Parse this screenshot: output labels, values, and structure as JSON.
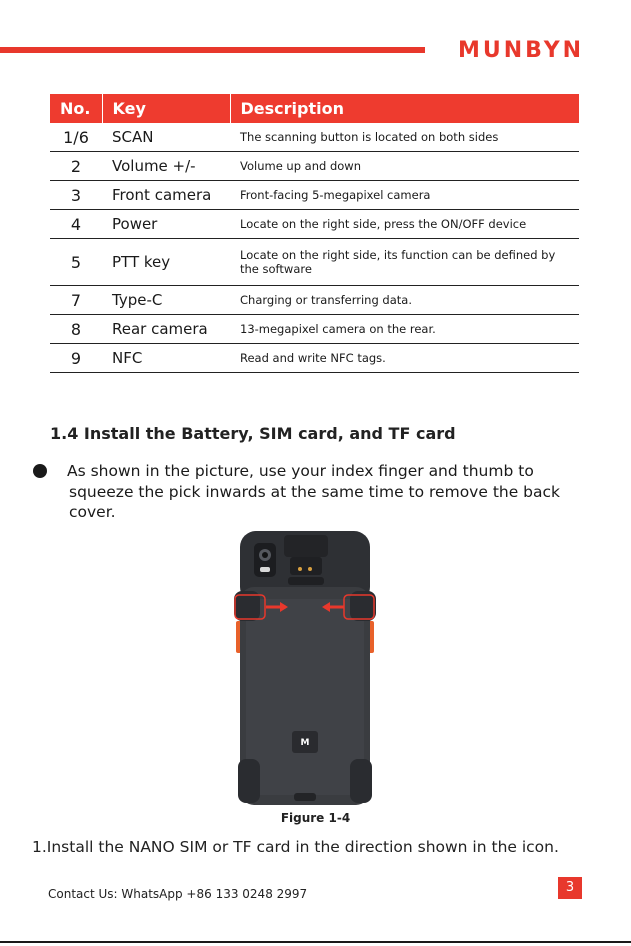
{
  "brand": "MUNBYN",
  "table": {
    "headers": [
      "No.",
      "Key",
      "Description"
    ],
    "rows": [
      {
        "no": "1/6",
        "key": "SCAN",
        "desc": "The scanning button is located on both sides"
      },
      {
        "no": "2",
        "key": "Volume +/-",
        "desc": "Volume up and down"
      },
      {
        "no": "3",
        "key": "Front camera",
        "desc": "Front-facing 5-megapixel camera"
      },
      {
        "no": "4",
        "key": "Power",
        "desc": "Locate on the right side, press the ON/OFF device"
      },
      {
        "no": "5",
        "key": "PTT key",
        "desc": "Locate on the right side, its function can be defined by the software"
      },
      {
        "no": "7",
        "key": "Type-C",
        "desc": "Charging or transferring data."
      },
      {
        "no": "8",
        "key": "Rear camera",
        "desc": "13-megapixel camera on the rear."
      },
      {
        "no": "9",
        "key": "NFC",
        "desc": "Read and write NFC tags."
      }
    ]
  },
  "section_title": "1.4 Install the Battery, SIM card, and TF card",
  "bullet_text": "As shown in the picture, use your index finger and thumb to squeeze the pick inwards at the same time to remove the back cover.",
  "figure_caption": "Figure 1-4",
  "step_text": "1.Install the NANO SIM or TF card in the direction shown in the icon.",
  "contact": "Contact Us: WhatsApp +86 133 0248 2997",
  "page_number": "3",
  "colors": {
    "accent": "#e8382c",
    "phone_body": "#3a3c40",
    "phone_side": "#e8612a"
  }
}
